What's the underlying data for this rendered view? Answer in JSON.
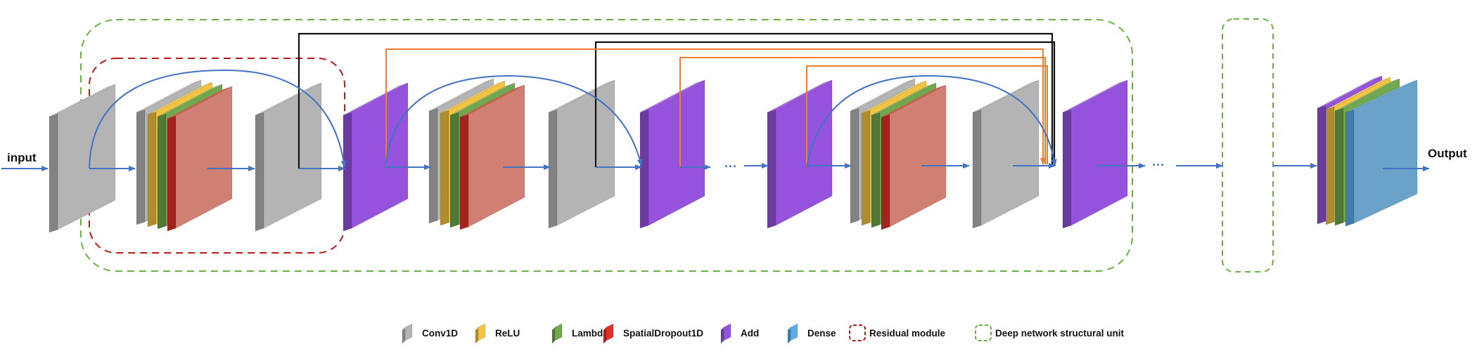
{
  "labels": {
    "input": "input",
    "output": "Output",
    "ellipsis": "···"
  },
  "legend": [
    {
      "key": "conv1d",
      "label": "Conv1D",
      "icon": "gray-block-icon"
    },
    {
      "key": "relu",
      "label": "ReLU",
      "icon": "yellow-block-icon"
    },
    {
      "key": "lambda",
      "label": "Lambda",
      "icon": "green-block-icon"
    },
    {
      "key": "dropout",
      "label": "SpatialDropout1D",
      "icon": "red-block-icon"
    },
    {
      "key": "add",
      "label": "Add",
      "icon": "purple-block-icon"
    },
    {
      "key": "dense",
      "label": "Dense",
      "icon": "blue-block-icon"
    },
    {
      "key": "residual",
      "label": "Residual module",
      "icon": "red-dashed-box-icon"
    },
    {
      "key": "deepunit",
      "label": "Deep network structural unit",
      "icon": "green-dashed-box-icon"
    }
  ],
  "colors": {
    "conv1d": "#b4b4b4",
    "relu": "#f2c441",
    "lambda": "#71a74d",
    "dropout": "#e2302a",
    "dropout_face": "#d07f73",
    "add": "#9552dd",
    "dense": "#5aaee7",
    "dense_face": "#6aa2c9",
    "arrow": "#4472c4",
    "skip_black": "#111111",
    "skip_orange": "#ed7d31",
    "residual_border": "#b91a1a",
    "unit_border": "#6fae46"
  }
}
